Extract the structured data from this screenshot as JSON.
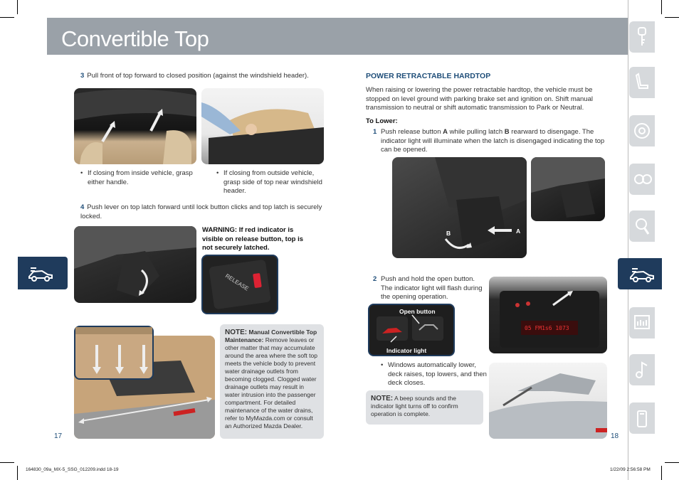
{
  "header": {
    "title": "Convertible Top"
  },
  "left": {
    "step3": {
      "num": "3",
      "text": "Pull front of top forward to closed position (against the windshield header)."
    },
    "bullet_inside": "If closing from inside vehicle, grasp either handle.",
    "bullet_outside": "If closing from outside vehicle, grasp side of top near windshield header.",
    "step4": {
      "num": "4",
      "text": "Push lever on top latch forward until lock button clicks and top latch is securely locked."
    },
    "warning": "WARNING: If red indicator is visible on release button, top is not securely latched.",
    "release_label": "RELEASE",
    "note": {
      "label": "NOTE:",
      "title": "Manual Convertible Top Maintenance:",
      "text": "Remove leaves or other matter that may accumulate around the area where the soft top meets the vehicle body to prevent water drainage outlets from becoming clogged. Clogged water drainage outlets may result in water intrusion into the passenger compartment. For detailed maintenance of the water drains, refer to MyMazda.com or consult an Authorized Mazda Dealer."
    },
    "page_number": "17"
  },
  "right": {
    "heading": "POWER RETRACTABLE HARDTOP",
    "intro": "When raising or lowering the power retractable hardtop, the vehicle must be stopped on level ground with parking brake set and ignition on. Shift manual transmission to neutral or shift automatic transmission to Park or Neutral.",
    "to_lower": "To Lower:",
    "step1": {
      "num": "1",
      "text_a": "Push release button ",
      "A": "A",
      "text_b": " while pulling latch ",
      "B": "B",
      "text_c": " rearward to disengage. The indicator light will illuminate when the latch is disengaged indicating the top can be opened."
    },
    "photo_label_a": "A",
    "photo_label_b": "B",
    "step2": {
      "num": "2",
      "text": "Push and hold the open button. The indicator light will flash during the opening operation."
    },
    "open_button_label": "Open button",
    "indicator_label": "Indicator light",
    "bullet_windows": "Windows automatically lower, deck raises, top lowers, and then deck closes.",
    "note": {
      "label": "NOTE:",
      "text": "A beep sounds and the indicator light turns off to confirm operation is complete."
    },
    "radio_display": "05 FM1s6  1073",
    "page_number": "18"
  },
  "footer": {
    "left": "164830_09a_MX-5_SSG_012209.indd   18-19",
    "right": "1/22/09   2:56:58 PM"
  },
  "colors": {
    "header_bg": "#9aa1a8",
    "accent_navy": "#1f3b5c",
    "heading_blue": "#1f4e79",
    "note_bg": "#dfe1e4"
  },
  "icons": [
    "key-icon",
    "seat-icon",
    "steering-wheel-icon",
    "gauges-icon",
    "magnifier-icon",
    "convertible-car-icon",
    "audio-icon",
    "music-note-icon",
    "phone-icon"
  ]
}
